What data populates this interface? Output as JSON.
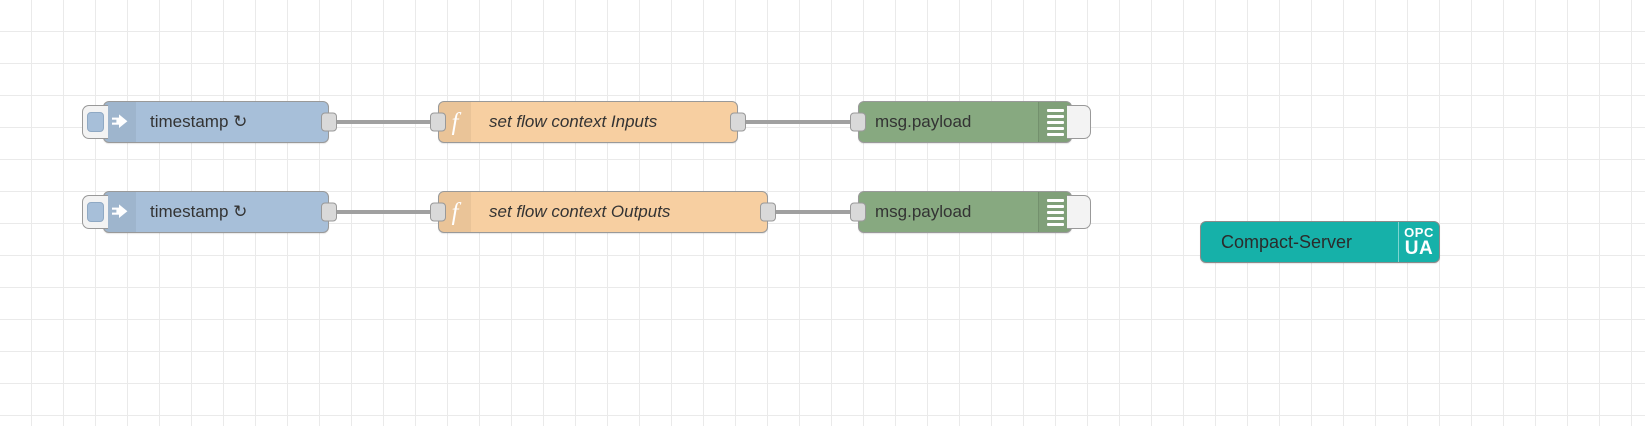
{
  "canvas": {
    "grid_size": 32,
    "background_color": "#ffffff",
    "grid_line_color": "#eaeaea"
  },
  "palette": {
    "inject_color": "#a7bfd9",
    "function_color": "#f7cfa1",
    "debug_color": "#87a980",
    "opcua_color": "#16b1a9",
    "wire_color": "#a0a0a0",
    "port_color": "#d9d9d9",
    "node_border_color": "#999999"
  },
  "flows": [
    {
      "row": "inputs",
      "inject": {
        "label": "timestamp ↻",
        "icon": "inject-arrow-icon",
        "button_name": "inject-trigger-button"
      },
      "function": {
        "label": "set flow context Inputs",
        "icon": "function-f-icon"
      },
      "debug": {
        "label": "msg.payload",
        "icon": "debug-bars-icon",
        "toggle_name": "debug-toggle-button"
      }
    },
    {
      "row": "outputs",
      "inject": {
        "label": "timestamp ↻",
        "icon": "inject-arrow-icon",
        "button_name": "inject-trigger-button"
      },
      "function": {
        "label": "set flow context Outputs",
        "icon": "function-f-icon"
      },
      "debug": {
        "label": "msg.payload",
        "icon": "debug-bars-icon",
        "toggle_name": "debug-toggle-button"
      }
    }
  ],
  "opcua_server": {
    "label": "Compact-Server",
    "badge_top": "OPC",
    "badge_bottom": "UA",
    "icon": "opc-ua-badge-icon"
  }
}
